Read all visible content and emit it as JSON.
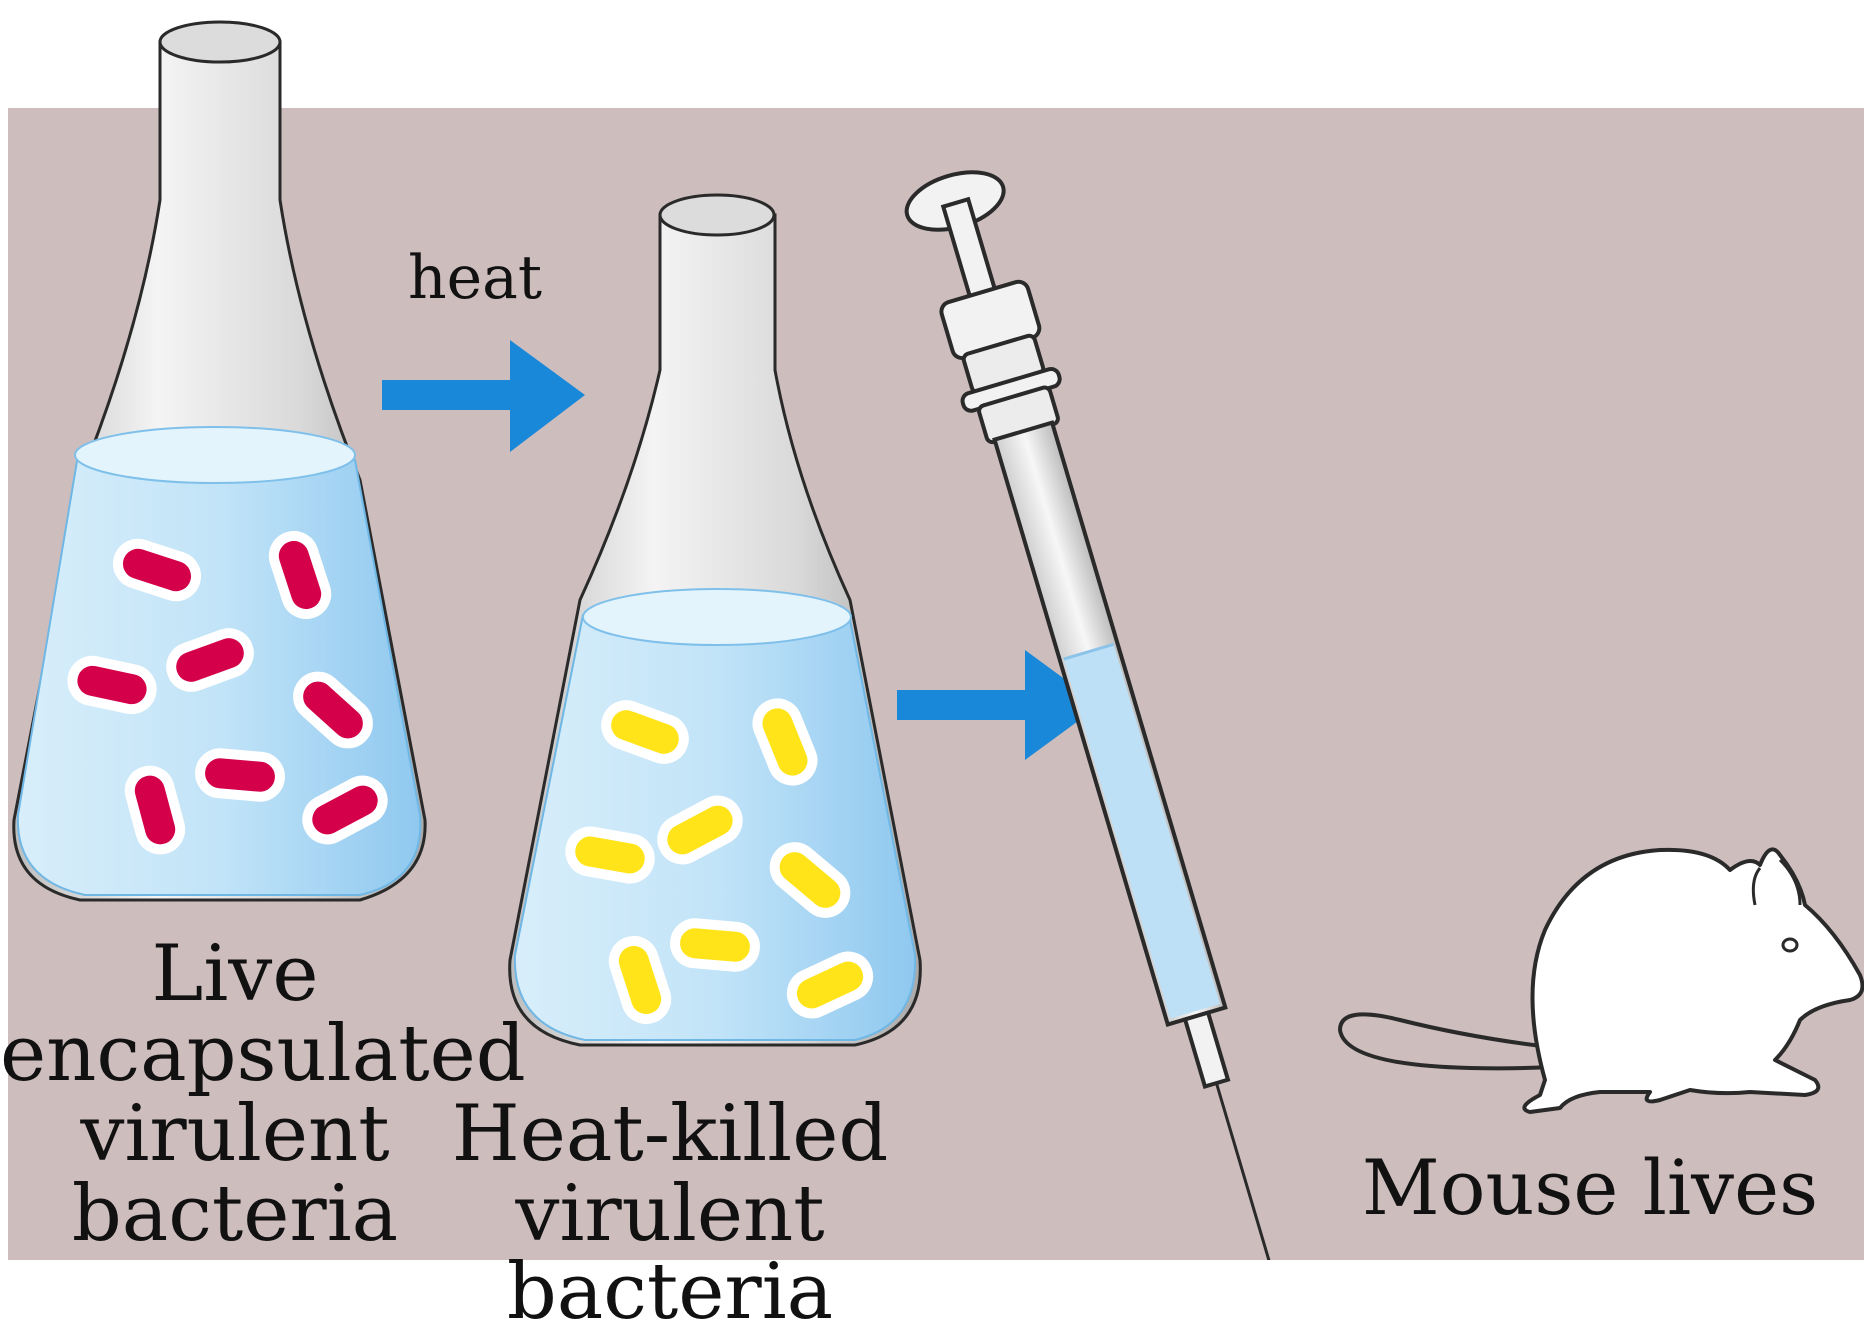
{
  "diagram": {
    "arrow_label": "heat",
    "flask_live": {
      "label_lines": [
        "Live",
        "encapsulated",
        "virulent",
        "bacteria"
      ],
      "bacteria_color": "#d4004a"
    },
    "flask_heat_killed": {
      "label_lines": [
        "Heat-killed",
        "virulent bacteria"
      ],
      "bacteria_color": "#ffe41a"
    },
    "syringe": {
      "icon": "syringe-icon"
    },
    "outcome": {
      "label": "Mouse lives",
      "icon": "mouse-icon"
    },
    "colors": {
      "background_panel": "#cdbdbd",
      "arrow": "#1a88d8",
      "liquid": "#bfe2f8",
      "glass": "#e8e8e8"
    }
  }
}
